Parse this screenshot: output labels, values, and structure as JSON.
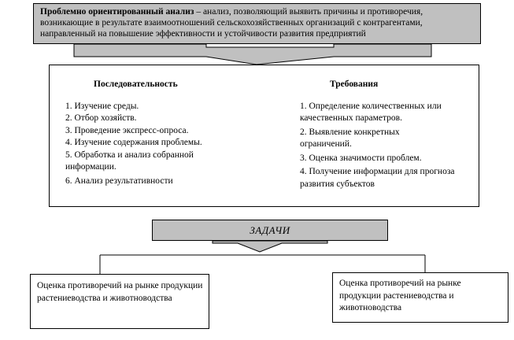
{
  "header": {
    "term": "Проблемно ориентированный анализ",
    "definition": " – анализ, позволяющий выявить причины и противоречия, возникающие в результате взаимоотношений сельскохозяйственных организаций с контрагентами, направленный на повышение эффективности и устойчивости развития предприятий"
  },
  "sequence": {
    "title": "Последовательность",
    "items": [
      "1. Изучение среды.",
      "2. Отбор хозяйств.",
      "3. Проведение экспресс-опроса.",
      "4. Изучение содержания проблемы.",
      "5. Обработка и анализ собранной информации.",
      "6. Анализ результативности"
    ]
  },
  "requirements": {
    "title": "Требования",
    "items": [
      "1.  Определение количественных или качественных параметров.",
      "2.  Выявление конкретных ограничений.",
      "3.  Оценка значимости проблем.",
      "4.  Получение информации для прогноза развития субъектов"
    ]
  },
  "tasks": {
    "label": "ЗАДАЧИ"
  },
  "bottom": {
    "left_text": "Оценка противоречий на рынке продукции растениеводства и животноводства",
    "right_text": "Оценка противоречий на рынке продукции растениеводства и животноводства"
  },
  "colors": {
    "box_fill": "#c0c0c0",
    "line": "#000000",
    "background": "#ffffff"
  }
}
